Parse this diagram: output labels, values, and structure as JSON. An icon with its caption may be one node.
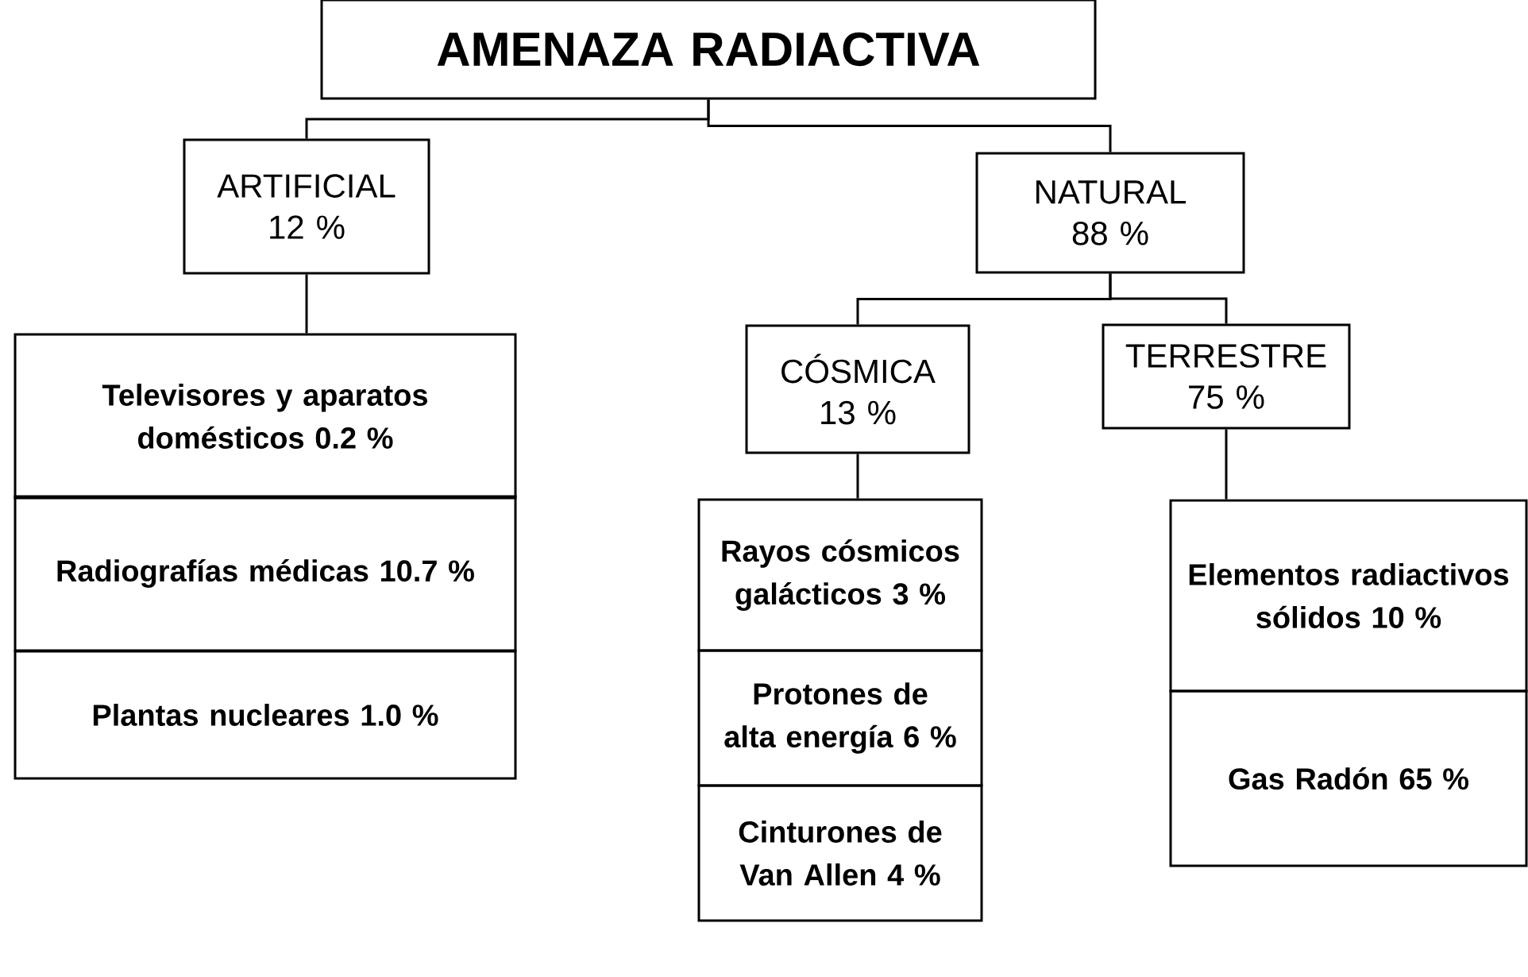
{
  "diagram": {
    "nodes": [
      {
        "text": [
          "AMENAZA RADIACTIVA"
        ]
      },
      {
        "text": [
          "ARTIFICIAL",
          "12 %"
        ]
      },
      {
        "text": [
          "NATURAL",
          "88 %"
        ]
      },
      {
        "text": [
          "CÓSMICA",
          "13 %"
        ]
      },
      {
        "text": [
          "TERRESTRE",
          "75 %"
        ]
      },
      {
        "text": [
          "Televisores y aparatos domésticos 0.2 %"
        ]
      },
      {
        "text": [
          "Radiografías médicas 10.7 %"
        ]
      },
      {
        "text": [
          "Plantas nucleares 1.0 %"
        ]
      },
      {
        "text": [
          "Rayos cósmicos galácticos 3 %"
        ]
      },
      {
        "text": [
          "Protones de alta energía 6 %"
        ]
      },
      {
        "text": [
          "Cinturones de Van Allen 4 %"
        ]
      },
      {
        "text": [
          "Elementos radiactivos sólidos 10 %"
        ]
      },
      {
        "text": [
          "Gas Radón 65 %"
        ]
      }
    ],
    "edges": [
      {
        "from": 0,
        "to": 1,
        "arrow": "none"
      },
      {
        "from": 0,
        "to": 2,
        "arrow": "none"
      },
      {
        "from": 1,
        "to": 5,
        "arrow": "none"
      },
      {
        "from": 2,
        "to": 3,
        "arrow": "none"
      },
      {
        "from": 2,
        "to": 4,
        "arrow": "none"
      },
      {
        "from": 3,
        "to": 8,
        "arrow": "none"
      },
      {
        "from": 4,
        "to": 11,
        "arrow": "none"
      }
    ]
  }
}
